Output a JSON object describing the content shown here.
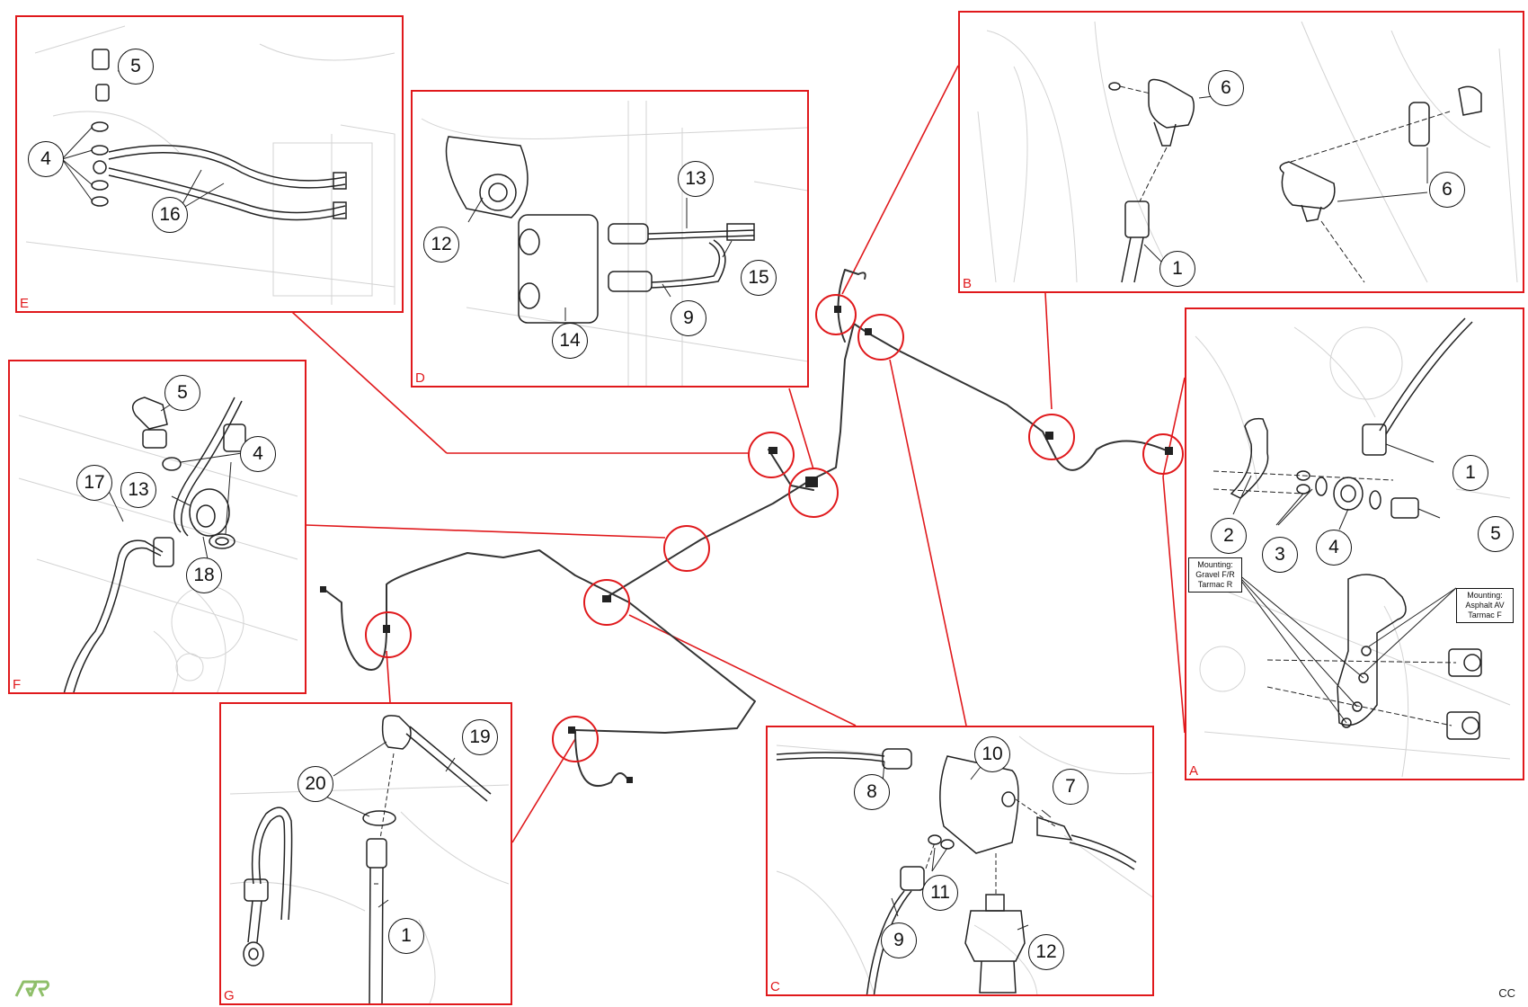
{
  "panels": {
    "A": {
      "label": "A",
      "balloons": [
        "1",
        "2",
        "3",
        "4",
        "5"
      ],
      "notes": {
        "left": [
          "Mounting:",
          "Gravel F/R",
          "Tarmac R"
        ],
        "right": [
          "Mounting:",
          "Asphalt AV",
          "Tarmac F"
        ]
      }
    },
    "B": {
      "label": "B",
      "balloons": [
        "6",
        "6",
        "1"
      ]
    },
    "C": {
      "label": "C",
      "balloons": [
        "10",
        "8",
        "7",
        "11",
        "9",
        "12"
      ]
    },
    "D": {
      "label": "D",
      "balloons": [
        "13",
        "12",
        "15",
        "9",
        "14"
      ]
    },
    "E": {
      "label": "E",
      "balloons": [
        "5",
        "4",
        "16"
      ]
    },
    "F": {
      "label": "F",
      "balloons": [
        "5",
        "4",
        "17",
        "13",
        "18"
      ]
    },
    "G": {
      "label": "G",
      "balloons": [
        "19",
        "20",
        "1"
      ]
    }
  },
  "corner_text": "CC",
  "colors": {
    "callout": "#e0191c",
    "line": "#111111",
    "ghost": "#c9c9c9",
    "logo": "#8fbf6a"
  }
}
